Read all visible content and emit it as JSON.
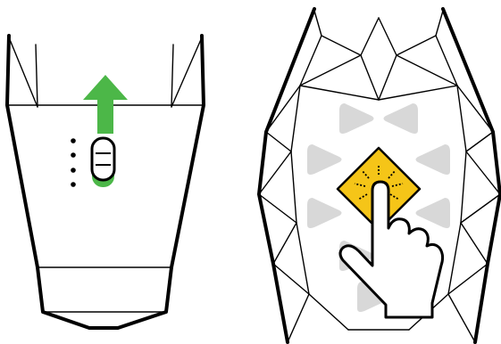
{
  "left_device": {
    "arrow_direction": "up",
    "switch_position": "on",
    "dot_count": 4
  },
  "right_device": {
    "arrow_hints_count": 8,
    "button_state": "pressed"
  },
  "colors": {
    "outline": "#000000",
    "accent_green": "#4cb748",
    "button_yellow": "#f5c518",
    "arrow_hint_gray": "#d8d8d8",
    "hand_fill": "#ffffff"
  },
  "icons": {
    "arrow": "up-arrow-icon",
    "switch": "slide-switch-icon",
    "button": "press-button-icon",
    "hand": "pointing-hand-icon"
  }
}
